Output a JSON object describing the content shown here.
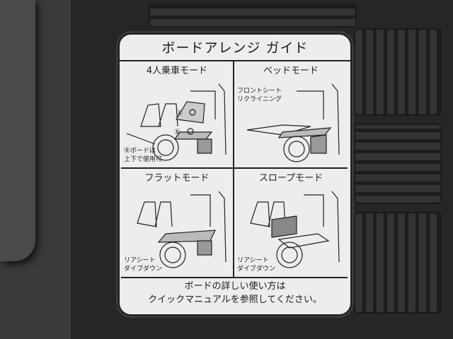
{
  "sticker": {
    "title": "ボードアレンジ ガイド",
    "panels": [
      {
        "title": "4人乗車モード",
        "labels": [
          "Ⓐ",
          "Ⓑ"
        ],
        "note_line1": "Ⓑボードは",
        "note_line2": "上下で使用可"
      },
      {
        "title": "ベッドモード",
        "note_line1": "フロントシート",
        "note_line2": "リクライニング"
      },
      {
        "title": "フラットモード",
        "note_line1": "リアシート",
        "note_line2": "ダイブダウン"
      },
      {
        "title": "スロープモード",
        "note_line1": "リアシート",
        "note_line2": "ダイブダウン"
      }
    ],
    "footer_line1": "ボードの詳しい使い方は",
    "footer_line2": "クイックマニュアルを参照してください。"
  }
}
